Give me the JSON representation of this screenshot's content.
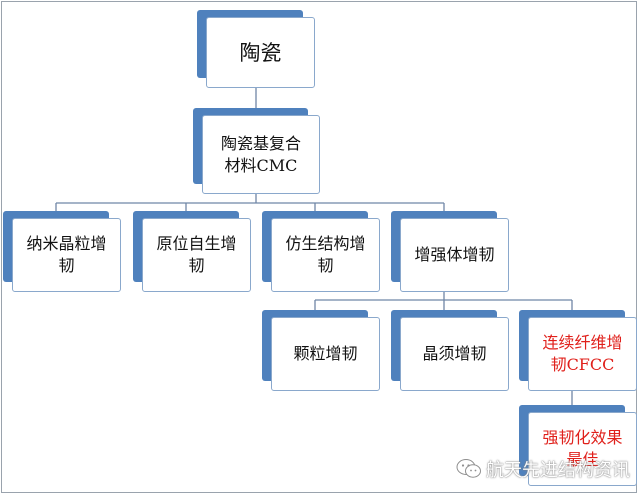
{
  "nodes": {
    "root": "陶瓷",
    "cmc": "陶瓷基复合\n材料CMC",
    "nano": "纳米晶粒增\n韧",
    "insitu": "原位自生增\n韧",
    "bionic": "仿生结构增\n韧",
    "reinforce": "增强体增韧",
    "particle": "颗粒增韧",
    "whisker": "晶须增韧",
    "cfcc": "连续纤维增\n韧CFCC",
    "best": "强韧化效果\n最佳"
  },
  "colors": {
    "box_back": "#4f81bd",
    "box_border": "#8aa8cc",
    "connector": "#6f86a6",
    "highlight_text": "#e0201b"
  },
  "watermark": {
    "icon": "wechat-icon",
    "text": "航天先进结构资讯"
  }
}
